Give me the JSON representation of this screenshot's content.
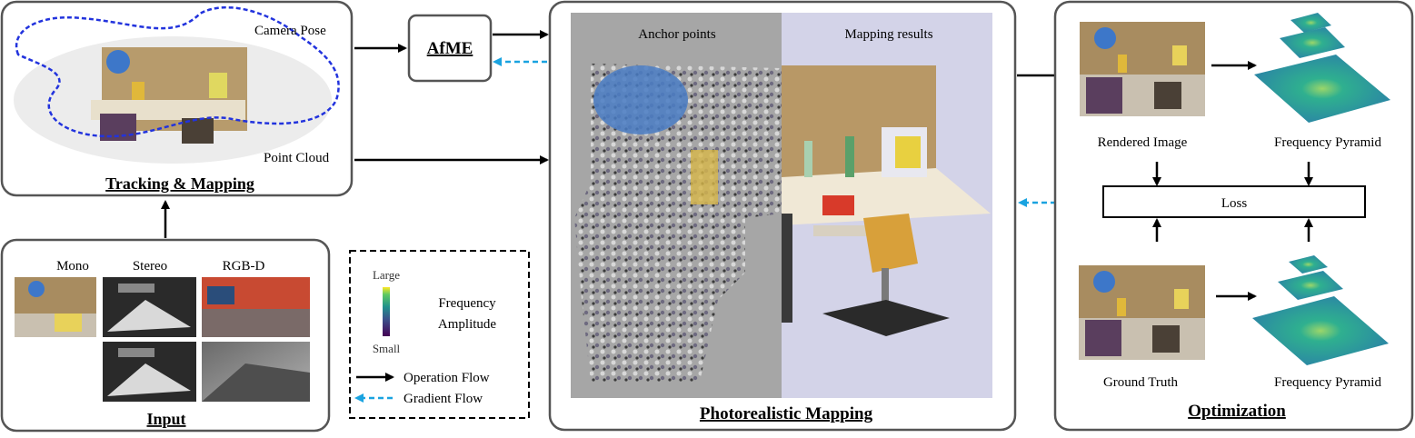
{
  "panels": {
    "tracking": {
      "title": "Tracking & Mapping",
      "camera_pose": "Camera Pose",
      "point_cloud": "Point Cloud"
    },
    "input": {
      "title": "Input",
      "mono": "Mono",
      "stereo": "Stereo",
      "rgbd": "RGB-D"
    },
    "afme": {
      "label": "AfME"
    },
    "mapping": {
      "title": "Photorealistic Mapping",
      "anchor_points": "Anchor points",
      "mapping_results": "Mapping results"
    },
    "optimization": {
      "title": "Optimization",
      "rendered_image": "Rendered Image",
      "frequency_pyramid_top": "Frequency Pyramid",
      "ground_truth": "Ground Truth",
      "frequency_pyramid_bottom": "Frequency Pyramid",
      "loss": "Loss"
    }
  },
  "legend": {
    "large": "Large",
    "small": "Small",
    "frequency": "Frequency",
    "amplitude": "Amplitude",
    "operation_flow": "Operation Flow",
    "gradient_flow": "Gradient Flow"
  },
  "colors": {
    "operation_arrow": "#000000",
    "gradient_arrow": "#1aa3e0",
    "anchor_bg": "#a6a6a6",
    "mapping_bg": "#d3d3e8",
    "pyramid": "#2a9a9c"
  }
}
